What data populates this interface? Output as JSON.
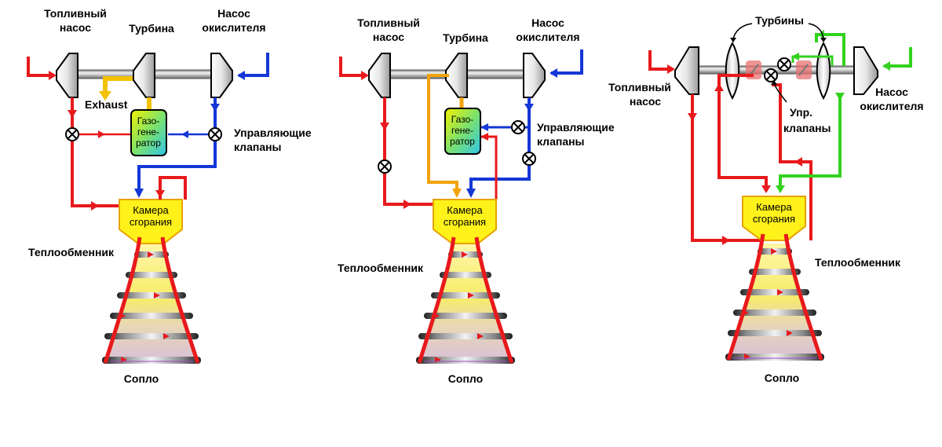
{
  "diagram1": {
    "fuel_pump": [
      "Топливный",
      "насос"
    ],
    "turbine": "Турбина",
    "ox_pump": [
      "Насос",
      "окислителя"
    ],
    "exhaust": "Exhaust",
    "gas_generator": [
      "Газо-",
      "гене-",
      "ратор"
    ],
    "valves": [
      "Управляющие",
      "клапаны"
    ],
    "chamber": [
      "Камера",
      "сгорания"
    ],
    "heat_exchanger": "Теплообменник",
    "nozzle": "Сопло"
  },
  "diagram2": {
    "fuel_pump": [
      "Топливный",
      "насос"
    ],
    "turbine": "Турбина",
    "ox_pump": [
      "Насос",
      "окислителя"
    ],
    "gas_generator": [
      "Газо-",
      "гене-",
      "ратор"
    ],
    "valves": [
      "Управляющие",
      "клапаны"
    ],
    "chamber": [
      "Камера",
      "сгорания"
    ],
    "heat_exchanger": "Теплообменник",
    "nozzle": "Сопло"
  },
  "diagram3": {
    "turbines": "Турбины",
    "fuel_pump": [
      "Топливный",
      "насос"
    ],
    "ox_pump": [
      "Насос",
      "окислителя"
    ],
    "valves": [
      "Упр.",
      "клапаны"
    ],
    "chamber": [
      "Камера",
      "сгорания"
    ],
    "heat_exchanger": "Теплообменник",
    "nozzle": "Сопло"
  },
  "colors": {
    "fuel": "#e8191c",
    "oxidizer": "#1437d6",
    "hot_gas": "#f0a30a",
    "exhaust_line": "#f2c200",
    "green": "#32d21e",
    "chamber_fill": "#fff21a",
    "chamber_stroke": "#e8a200"
  }
}
